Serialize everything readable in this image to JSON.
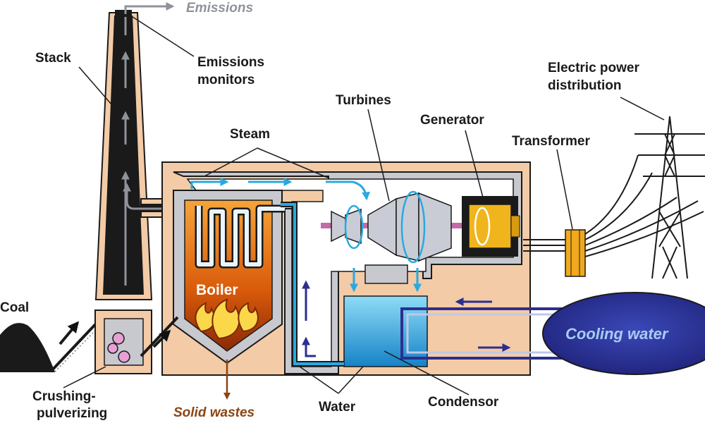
{
  "labels": {
    "emissions": "Emissions",
    "stack": "Stack",
    "emissions_monitors_1": "Emissions",
    "emissions_monitors_2": "monitors",
    "steam": "Steam",
    "turbines": "Turbines",
    "generator": "Generator",
    "electric_power_1": "Electric power",
    "electric_power_2": "distribution",
    "transformer": "Transformer",
    "coal": "Coal",
    "boiler": "Boiler",
    "cooling_water": "Cooling water",
    "crushing_1": "Crushing-",
    "crushing_2": "pulverizing",
    "solid_wastes": "Solid wastes",
    "water": "Water",
    "condensor": "Condensor"
  },
  "colors": {
    "building": "#f3cba6",
    "wall_gray": "#c7c9cf",
    "outline": "#1a1a1a",
    "steam_blue": "#29a9e1",
    "navy": "#2b2f8f",
    "fire_orange": "#e8700f",
    "generator_yellow": "#f0b41c",
    "emissions_gray": "#8f9399",
    "solid_wastes_brown": "#8b4513"
  }
}
